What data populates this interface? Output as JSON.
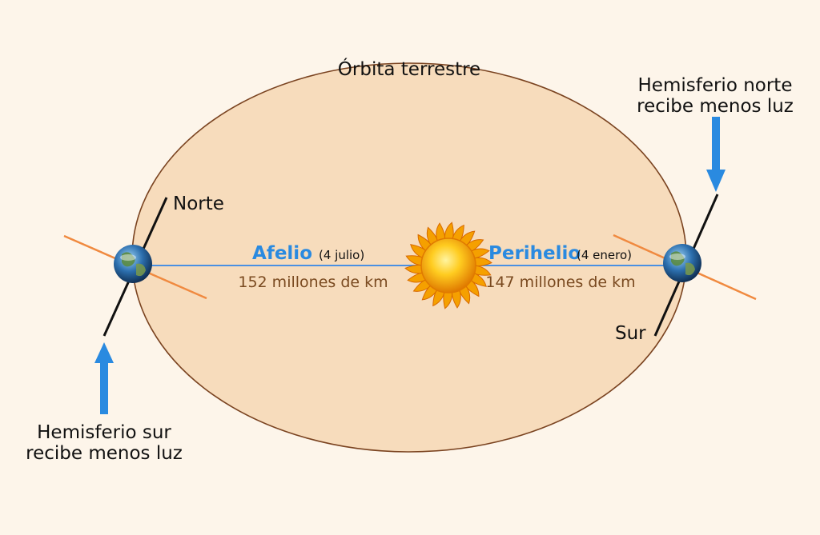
{
  "orbit_label": "Órbita terrestre",
  "north_label": "Norte",
  "south_label": "Sur",
  "aphelion": {
    "name": "Afelio",
    "date": "(4 julio)",
    "distance": "152 millones de km"
  },
  "perihelion": {
    "name": "Perihelio",
    "date": "(4 enero)",
    "distance": "147 millones de km"
  },
  "south_hemisphere_note": {
    "line1": "Hemisferio sur",
    "line2": "recibe menos luz"
  },
  "north_hemisphere_note": {
    "line1": "Hemisferio norte",
    "line2": "recibe menos luz"
  },
  "colors": {
    "background": "#fdf5ea",
    "orbit_fill": "#f7dcbc",
    "orbit_stroke": "#7a4320",
    "distance_line": "#4a90e2",
    "arrow": "#2a8ae0",
    "ecliptic_line": "#f08a40",
    "axis_line": "#111111",
    "sun": "#f5a000"
  },
  "icons": {
    "sun": "sun-icon",
    "earth": "earth-globe-icon",
    "arrow": "arrow-icon"
  }
}
